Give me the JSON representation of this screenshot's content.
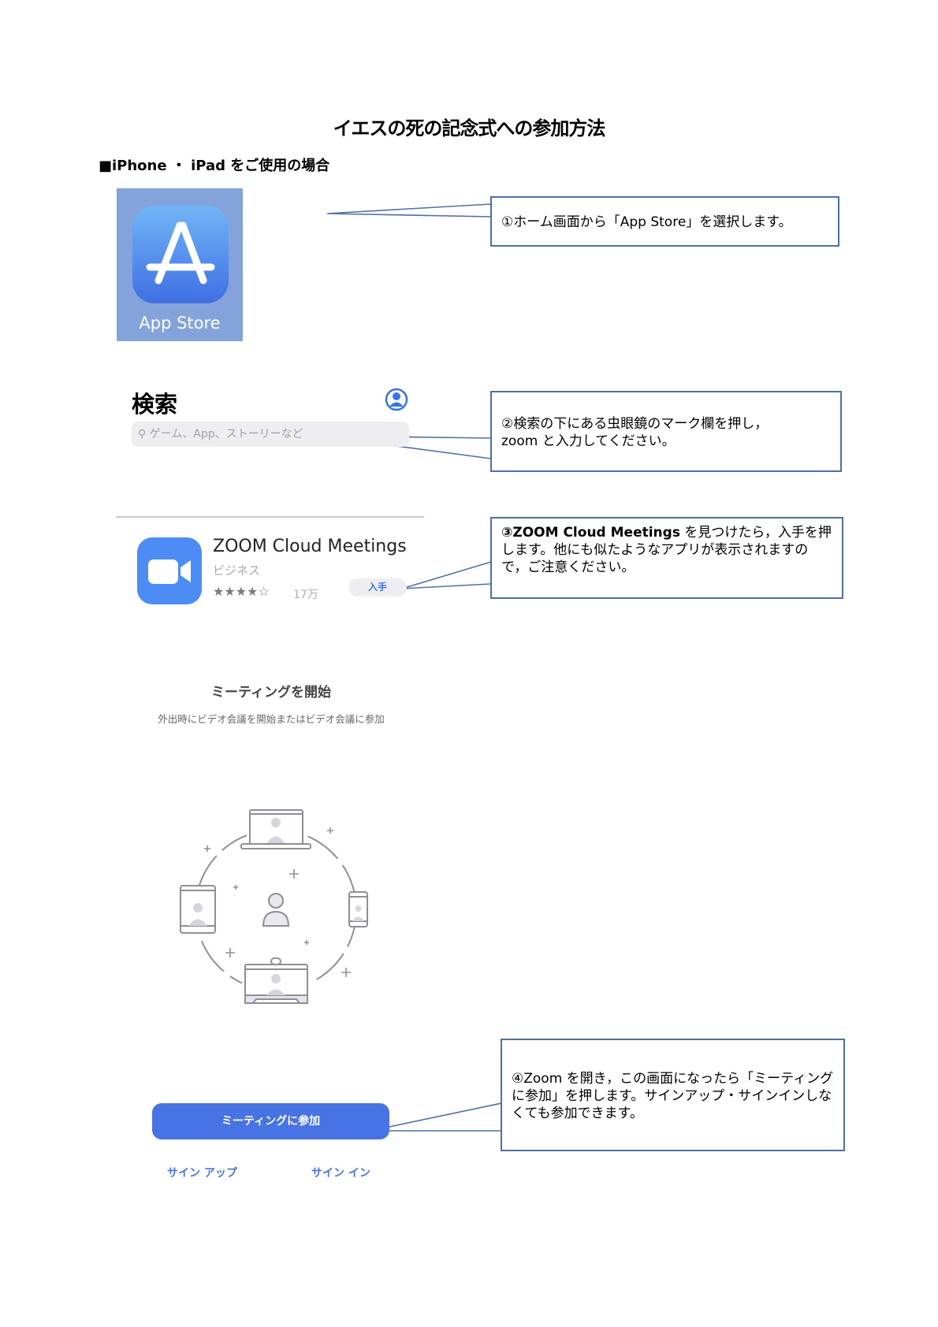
{
  "title": "イエスの死の記念式への参加方法",
  "subtitle": "■iPhone ・ iPad をご使用の場合",
  "step1": {
    "app_label": "App Store",
    "callout": "①ホーム画面から「App Store」を選択します。"
  },
  "step2": {
    "heading": "検索",
    "search_placeholder": "ゲーム、App、ストーリーなど",
    "callout_line1": "②検索の下にある虫眼鏡のマーク欄を押し，",
    "callout_line2": "zoom と入力してください。"
  },
  "step3": {
    "app_name": "ZOOM Cloud Meetings",
    "category": "ビジネス",
    "stars": "★★★★☆",
    "rating_count": "17万",
    "get_label": "入手",
    "callout_bold": "③ZOOM Cloud Meetings",
    "callout_rest": " を見つけたら，入手を押します。他にも似たようなアプリが表示されますので，ご注意ください。"
  },
  "step4": {
    "start_title": "ミーティングを開始",
    "start_sub": "外出時にビデオ会議を開始またはビデオ会議に参加",
    "join_label": "ミーティングに参加",
    "signup_label": "サイン アップ",
    "signin_label": "サイン イン",
    "callout": "④Zoom を開き，この画面になったら「ミーティングに参加」を押します。サインアップ・サインインしなくても参加できます。"
  },
  "colors": {
    "callout_border": "#4f6fa3",
    "zoom_blue": "#4873e4",
    "illustration_gray": "#8e8e98"
  }
}
